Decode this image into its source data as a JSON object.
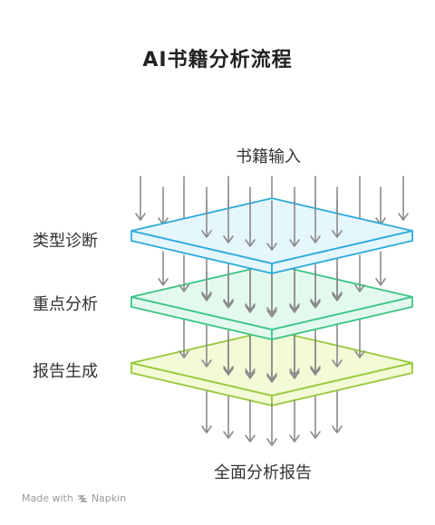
{
  "title": "AI书籍分析流程",
  "input_label": "书籍输入",
  "layers": [
    {
      "label": "类型诊断",
      "fill": "#e5f6fc",
      "stroke": "#2eaadc"
    },
    {
      "label": "重点分析",
      "fill": "#e3f9ee",
      "stroke": "#3cc585"
    },
    {
      "label": "报告生成",
      "fill": "#f2fad6",
      "stroke": "#96c93d"
    }
  ],
  "output_label": "全面分析报告",
  "footer": {
    "made_with": "Made with",
    "brand": "Napkin"
  },
  "colors": {
    "arrow": "#8a8a8a",
    "text": "#333333",
    "title": "#222222"
  }
}
